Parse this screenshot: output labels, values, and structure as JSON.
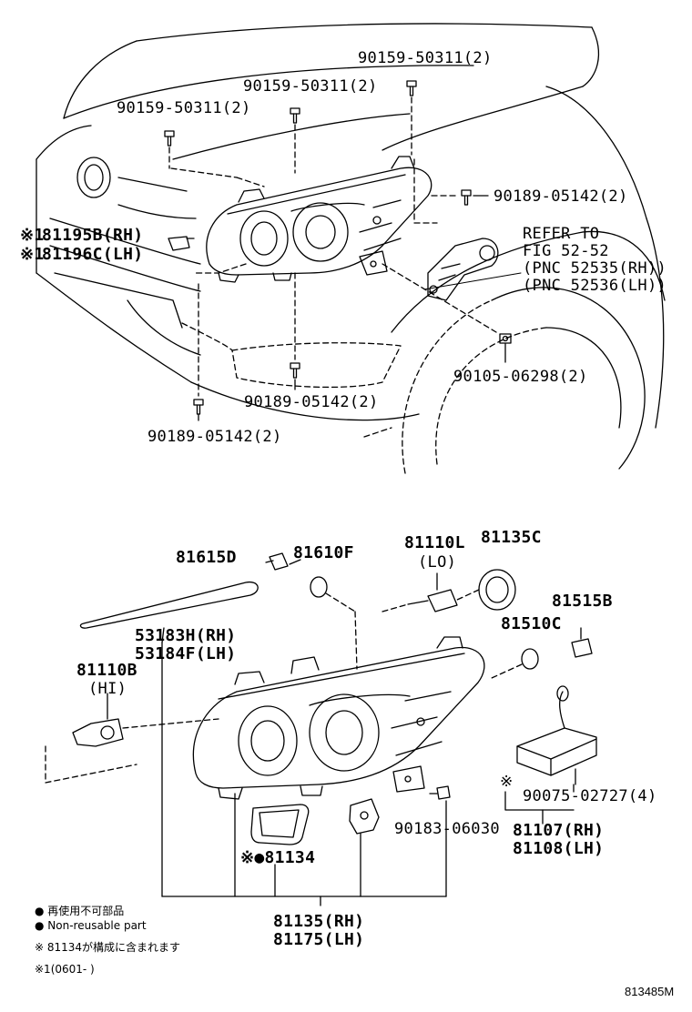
{
  "diagram_code": "813485M",
  "labels": {
    "bolt_a": "90159-50311(2)",
    "bolt_b": "90159-50311(2)",
    "bolt_c": "90159-50311(2)",
    "screw_right": "90189-05142(2)",
    "screw_mid": "90189-05142(2)",
    "screw_left": "90189-05142(2)",
    "nut": "90105-06298(2)",
    "p81195_prefix": "※1",
    "p81195": "81195B(RH)",
    "p81196_prefix": "※1",
    "p81196": "81196C(LH)",
    "refer_l1": "REFER TO",
    "refer_l2": "FIG 52-52",
    "refer_l3": "(PNC 52535(RH))",
    "refer_l4": "(PNC 52536(LH))",
    "p81615": "81615D",
    "p81610": "81610F",
    "p81110l": "81110L",
    "p81110l_sub": "(LO)",
    "p81135c": "81135C",
    "p81515": "81515B",
    "p81510": "81510C",
    "p53183": "53183H(RH)",
    "p53184": "53184F(LH)",
    "p81110b": "81110B",
    "p81110b_sub": "(HI)",
    "p90183": "90183-06030",
    "p90075": "90075-02727(4)",
    "p81107": "81107(RH)",
    "p81108": "81108(LH)",
    "p81134": "※●81134",
    "p81135": "81135(RH)",
    "p81175": "81175(LH)",
    "star_mark": "※"
  },
  "notes": {
    "line1": "● 再使用不可部品",
    "line2": "● Non-reusable part",
    "line3": "※  81134が構成に含まれます",
    "line4": "※1(0601-       )"
  }
}
